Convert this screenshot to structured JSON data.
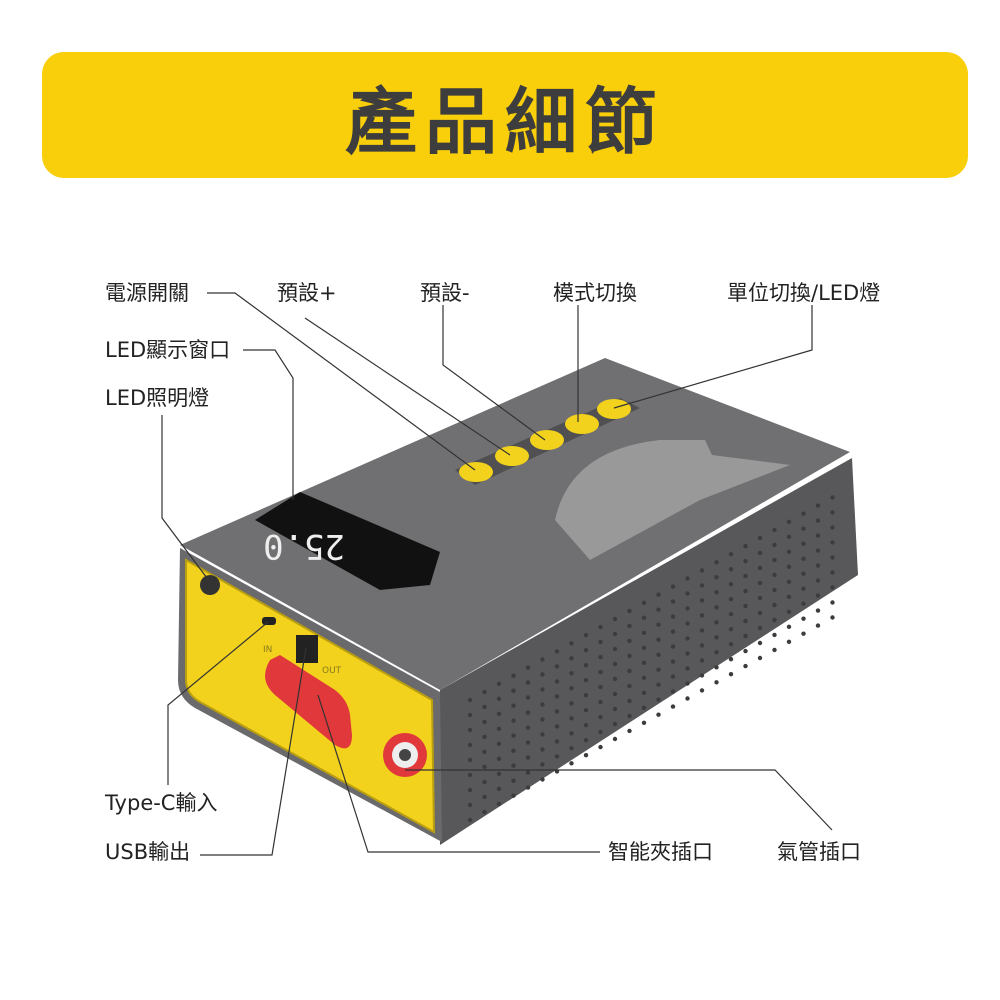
{
  "title": "產品細節",
  "labels": {
    "power_switch": "電源開關",
    "preset_plus": "預設+",
    "preset_minus": "預設-",
    "mode_switch": "模式切換",
    "unit_switch_led": "單位切換/LED燈",
    "led_display": "LED顯示窗口",
    "led_light": "LED照明燈",
    "type_c_input": "Type-C輸入",
    "usb_output": "USB輸出",
    "smart_clip_port": "智能夾插口",
    "air_hose_port": "氣管插口"
  },
  "device": {
    "display_reading": "25.0",
    "port_in_label": "IN",
    "port_out_label": "OUT"
  },
  "colors": {
    "banner": "#f9ce0b",
    "title": "#3d3d3d",
    "body": "#6b6b6d",
    "accent_yellow": "#f2d21c",
    "red": "#e0383b"
  }
}
